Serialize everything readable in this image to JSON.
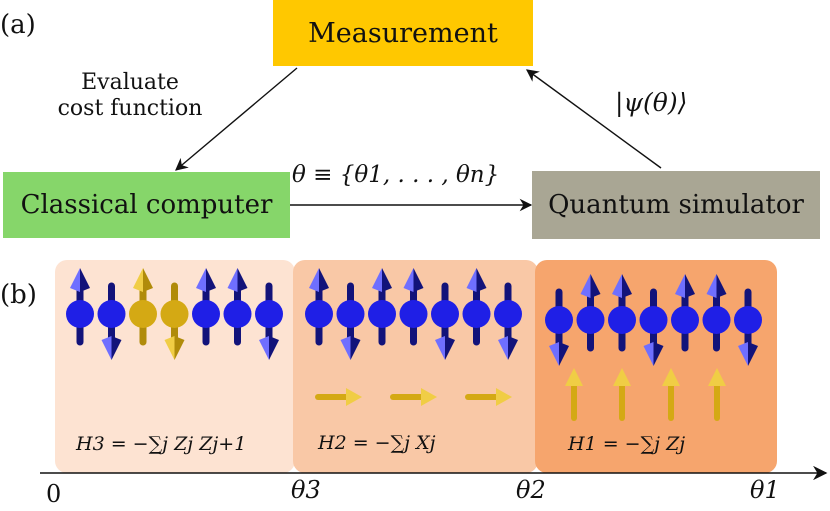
{
  "panel_a": {
    "label": "(a)",
    "measurement": "Measurement",
    "classical": "Classical computer",
    "quantum": "Quantum simulator",
    "evaluate_line1": "Evaluate",
    "evaluate_line2": "cost function",
    "psi": "|ψ(θ)⟩",
    "theta_set": "θ ≡ {θ1, . . . , θn}",
    "colors": {
      "measurement": "#ffc800",
      "classical": "#86d66a",
      "quantum": "#a9a694"
    }
  },
  "panel_b": {
    "label": "(b)",
    "h3": "H3 = −∑j Zj Zj+1",
    "h2": "H2 = −∑j Xj",
    "h1": "H1 = −∑j Zj",
    "axis_0": "0",
    "axis_theta3": "θ3",
    "axis_theta2": "θ2",
    "axis_theta1": "θ1",
    "region_colors": [
      "#fde3d2",
      "#f9c8a6",
      "#f6a56d"
    ],
    "spin_color": "#1f1fe6",
    "field_color": "#d4a914",
    "region3_spins": [
      "up",
      "down",
      "up-gold",
      "down-gold",
      "up",
      "up",
      "down"
    ],
    "region2_spins": [
      "up",
      "down",
      "up",
      "up",
      "down",
      "up",
      "down"
    ],
    "region1_spins": [
      "down",
      "up",
      "up",
      "down",
      "up",
      "up",
      "down"
    ]
  }
}
